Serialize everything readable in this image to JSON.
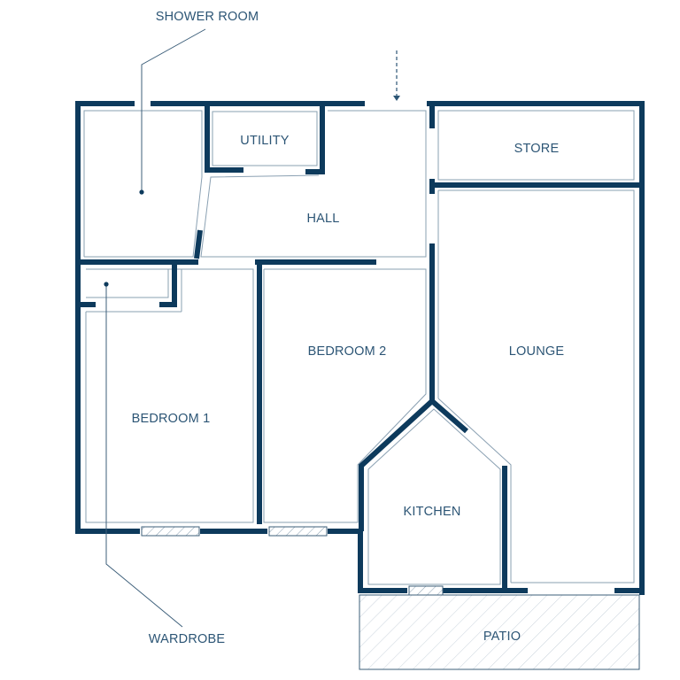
{
  "plan": {
    "rooms": {
      "utility": "UTILITY",
      "store": "STORE",
      "hall": "HALL",
      "bedroom_2": "BEDROOM 2",
      "lounge": "LOUNGE",
      "bedroom_1": "BEDROOM 1",
      "kitchen": "KITCHEN",
      "patio": "PATIO"
    },
    "callouts": {
      "shower_room": "SHOWER ROOM",
      "wardrobe": "WARDROBE"
    }
  },
  "colors": {
    "wall": "#0d3a5c",
    "label": "#2c5575",
    "thin_line": "#8aa0b2"
  }
}
